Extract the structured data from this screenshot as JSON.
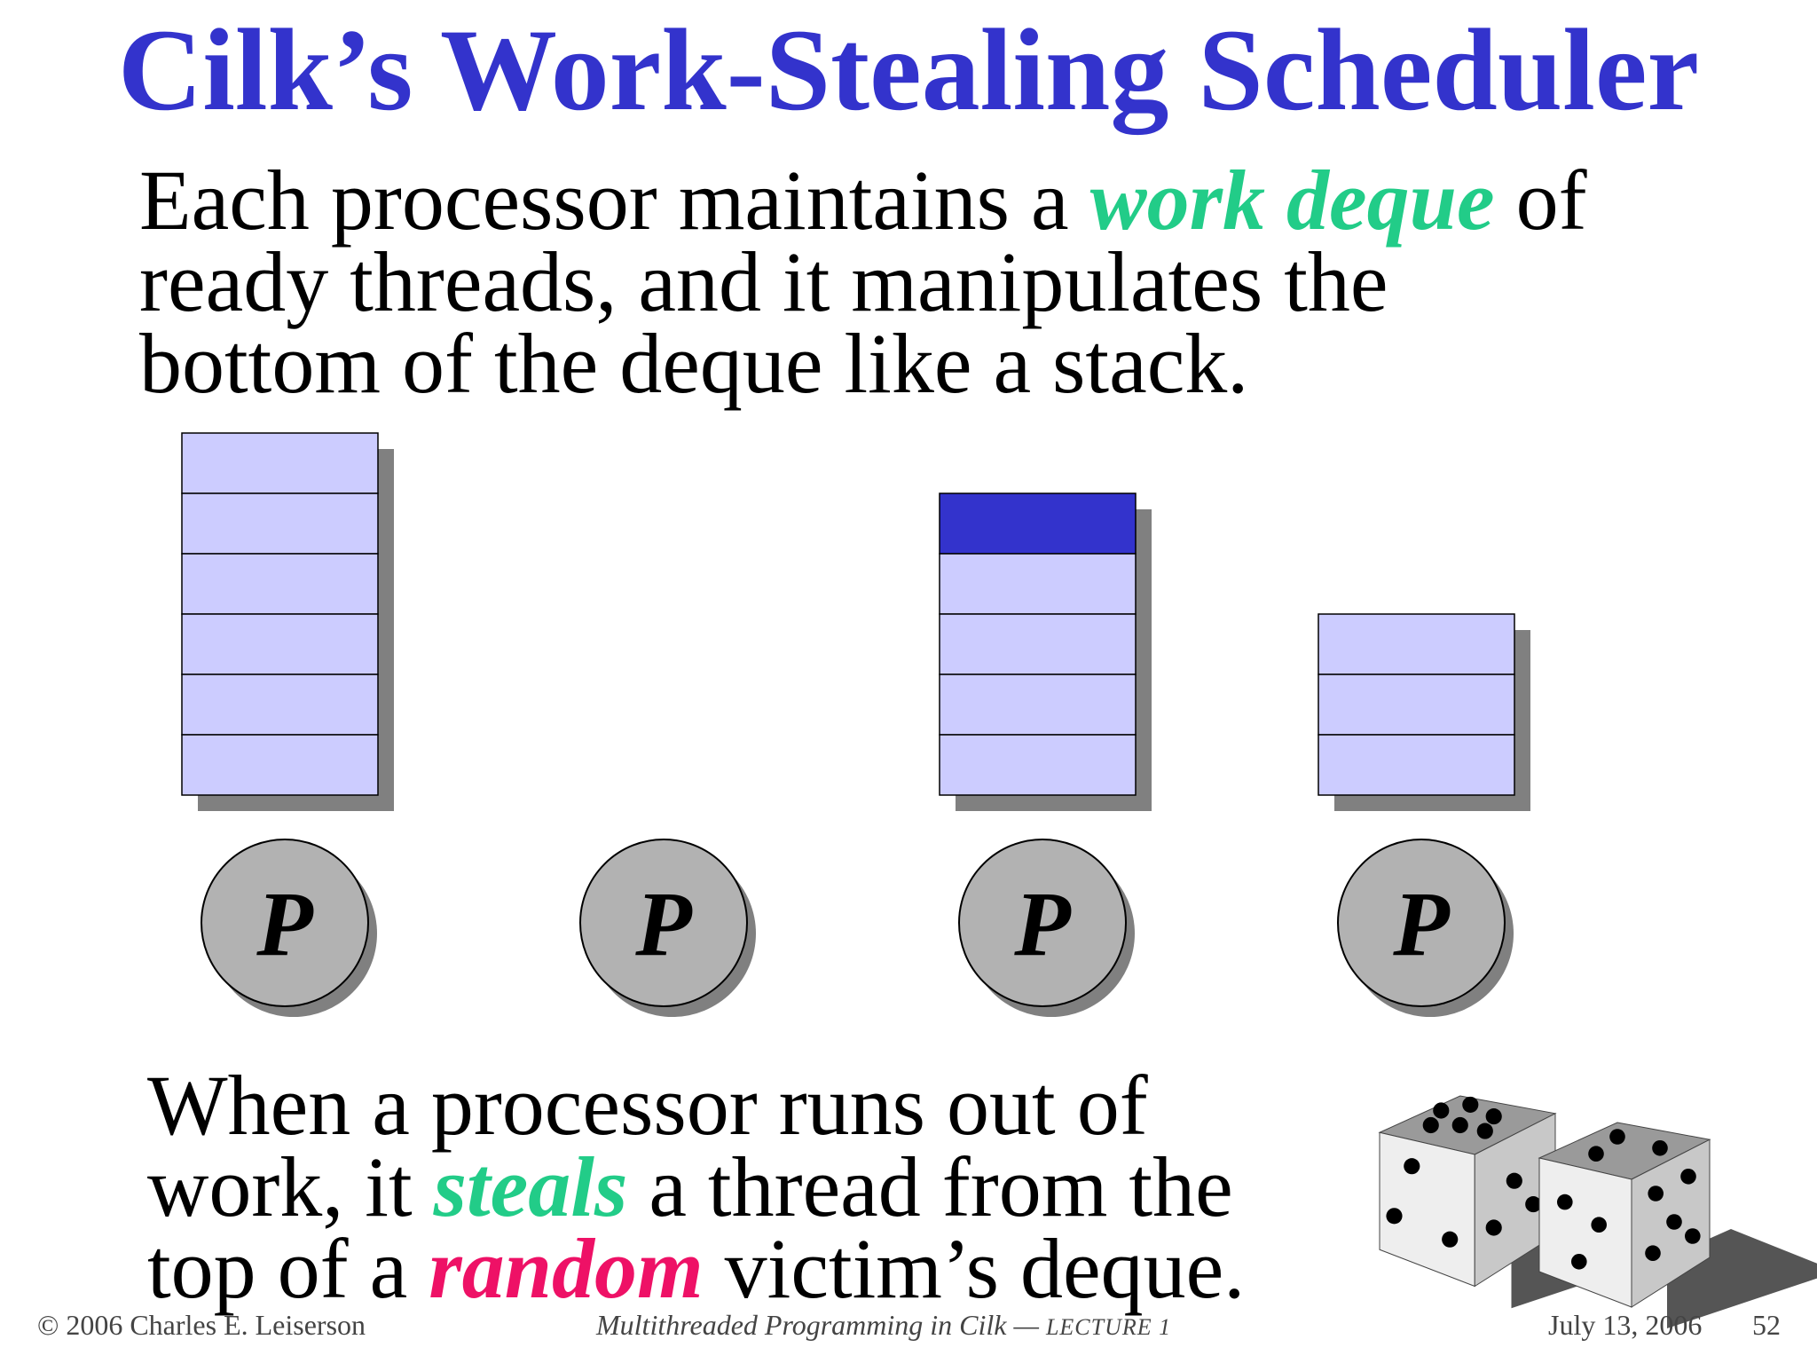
{
  "slide": {
    "title": "Cilk’s Work-Stealing Scheduler",
    "para1": {
      "line1_pre": "Each processor maintains a ",
      "line1_em": "work deque",
      "line1_post": " of",
      "line2": "ready threads, and it manipulates the",
      "line3": "bottom of the deque like a stack."
    },
    "para2": {
      "line1": "When a processor runs out of",
      "line2_pre": "work, it ",
      "line2_em": "steals",
      "line2_post": " a thread from the",
      "line3_pre": "top of a ",
      "line3_em": "random",
      "line3_post": " victim’s deque."
    }
  },
  "diagram": {
    "processor_label": "P",
    "deques": [
      {
        "slots": 6,
        "highlighted_top": false
      },
      {
        "slots": 0,
        "highlighted_top": false
      },
      {
        "slots": 5,
        "highlighted_top": true
      },
      {
        "slots": 3,
        "highlighted_top": false
      }
    ],
    "colors": {
      "slot_fill": "#ccccff",
      "highlight_fill": "#3333cc",
      "shadow": "#808080",
      "processor_fill": "#b2b2b2"
    }
  },
  "footer": {
    "copyright": "© 2006 Charles E. Leiserson",
    "course_main": "Multithreaded Programming in Cilk — ",
    "course_lecture": "LECTURE 1",
    "date": "July 13, 2006",
    "page": "52"
  }
}
